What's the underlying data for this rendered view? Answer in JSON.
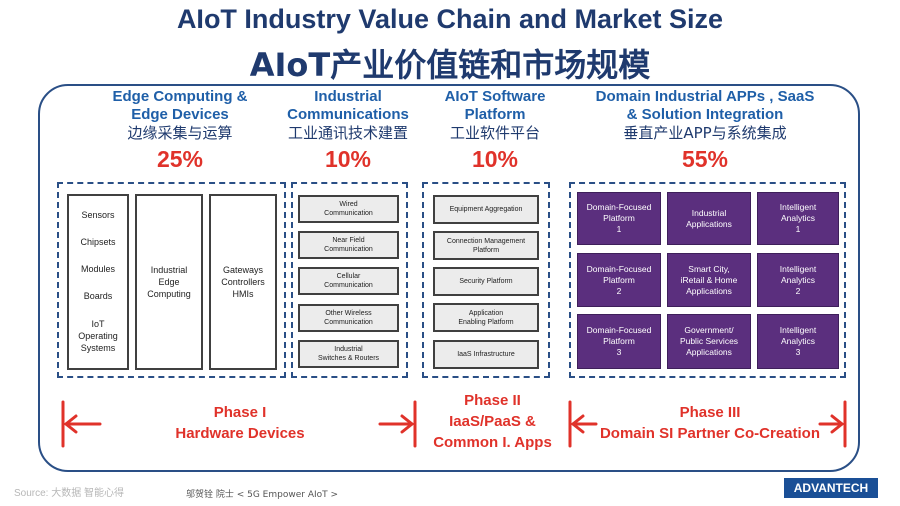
{
  "title": {
    "en": "AIoT Industry Value Chain and Market Size",
    "cn": "AIoT产业价值链和市场规模"
  },
  "columns": [
    {
      "title_lines": [
        "Edge Computing &",
        "Edge Devices"
      ],
      "cn": "边缘采集与运算",
      "percent": "25%"
    },
    {
      "title_lines": [
        "Industrial",
        "Communications"
      ],
      "cn": "工业通讯技术建置",
      "percent": "10%"
    },
    {
      "title_lines": [
        "AIoT Software",
        "Platform"
      ],
      "cn": "工业软件平台",
      "percent": "10%"
    },
    {
      "title_lines": [
        "Domain Industrial APPs , SaaS",
        "& Solution Integration"
      ],
      "cn": "垂直产业APP与系统集成",
      "percent": "55%"
    }
  ],
  "edge": {
    "col1": [
      "Sensors",
      "Chipsets",
      "Modules",
      "Boards",
      "IoT\nOperating\nSystems"
    ],
    "col2": "Industrial\nEdge\nComputing",
    "col3": "Gateways\nControllers\nHMIs"
  },
  "comm": [
    "Wired\nCommunication",
    "Near Field\nCommunication",
    "Cellular\nCommunication",
    "Other Wireless\nCommunication",
    "Industrial\nSwitches & Routers"
  ],
  "software": [
    "Equipment Aggregation",
    "Connection Management\nPlatform",
    "Security Platform",
    "Application\nEnabling Platform",
    "IaaS Infrastructure"
  ],
  "domain": [
    [
      "Domain-Focused\nPlatform\n1",
      "Industrial\nApplications",
      "Intelligent\nAnalytics\n1"
    ],
    [
      "Domain-Focused\nPlatform\n2",
      "Smart City,\niRetail & Home\nApplications",
      "Intelligent\nAnalytics\n2"
    ],
    [
      "Domain-Focused\nPlatform\n3",
      "Government/\nPublic Services\nApplications",
      "Intelligent\nAnalytics\n3"
    ]
  ],
  "phases": [
    {
      "lines": [
        "Phase I",
        "Hardware Devices"
      ]
    },
    {
      "lines": [
        "Phase II",
        "IaaS/PaaS &",
        "Common I. Apps"
      ]
    },
    {
      "lines": [
        "Phase III",
        "Domain SI Partner Co-Creation"
      ]
    }
  ],
  "footer": {
    "watermark": "Source: 大数据 智能心得",
    "source": "邬贺铨 院士 < 5G Empower AIoT >",
    "logo": "ADVANTECH"
  },
  "colors": {
    "title": "#1f3a6e",
    "heading": "#1f5fa8",
    "accent": "#e0322a",
    "frame": "#2a4f86",
    "purple": "#5b2f7e"
  }
}
